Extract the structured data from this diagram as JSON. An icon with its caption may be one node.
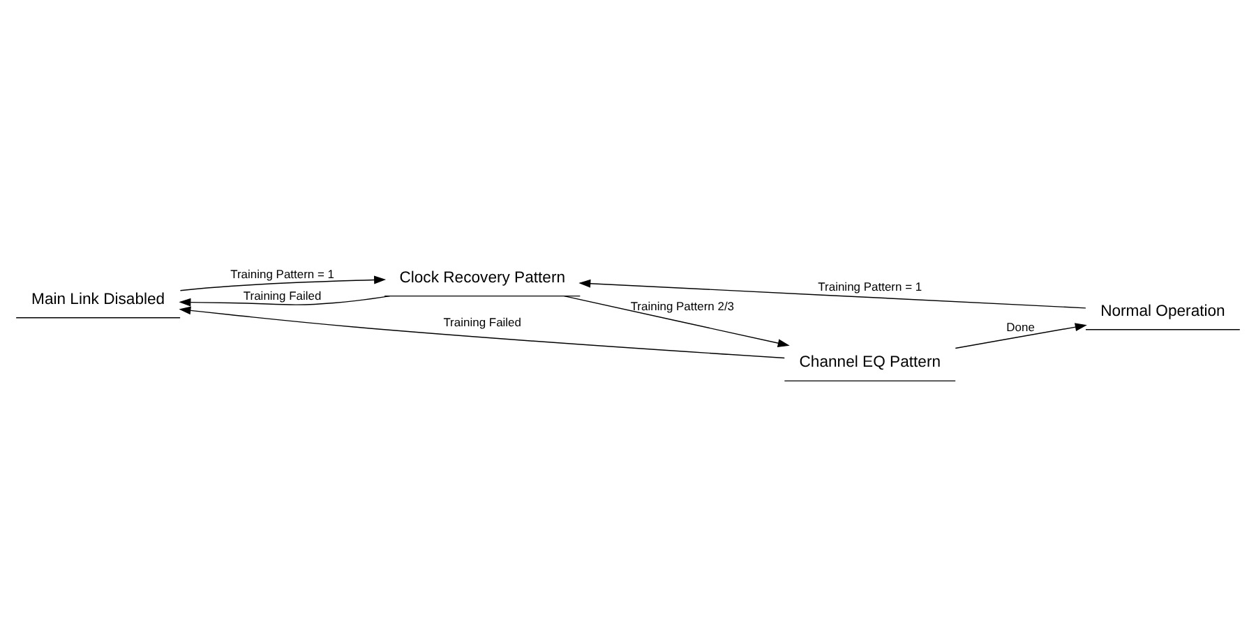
{
  "diagram": {
    "nodes": [
      {
        "text": [
          "Main Link Disabled"
        ]
      },
      {
        "text": [
          "Clock Recovery Pattern"
        ]
      },
      {
        "text": [
          "Channel EQ Pattern"
        ]
      },
      {
        "text": [
          "Normal Operation"
        ]
      }
    ],
    "edges": [
      {
        "from": 0,
        "to": 1,
        "arrow": "to",
        "label": "Training Pattern = 1"
      },
      {
        "from": 3,
        "to": 1,
        "arrow": "to",
        "label": "Training Pattern = 1"
      },
      {
        "from": 1,
        "to": 0,
        "arrow": "to",
        "label": "Training Failed"
      },
      {
        "from": 1,
        "to": 2,
        "arrow": "to",
        "label": "Training Pattern 2/3"
      },
      {
        "from": 2,
        "to": 3,
        "arrow": "to",
        "label": "Done"
      },
      {
        "from": 2,
        "to": 0,
        "arrow": "to",
        "label": "Training Failed"
      }
    ]
  }
}
